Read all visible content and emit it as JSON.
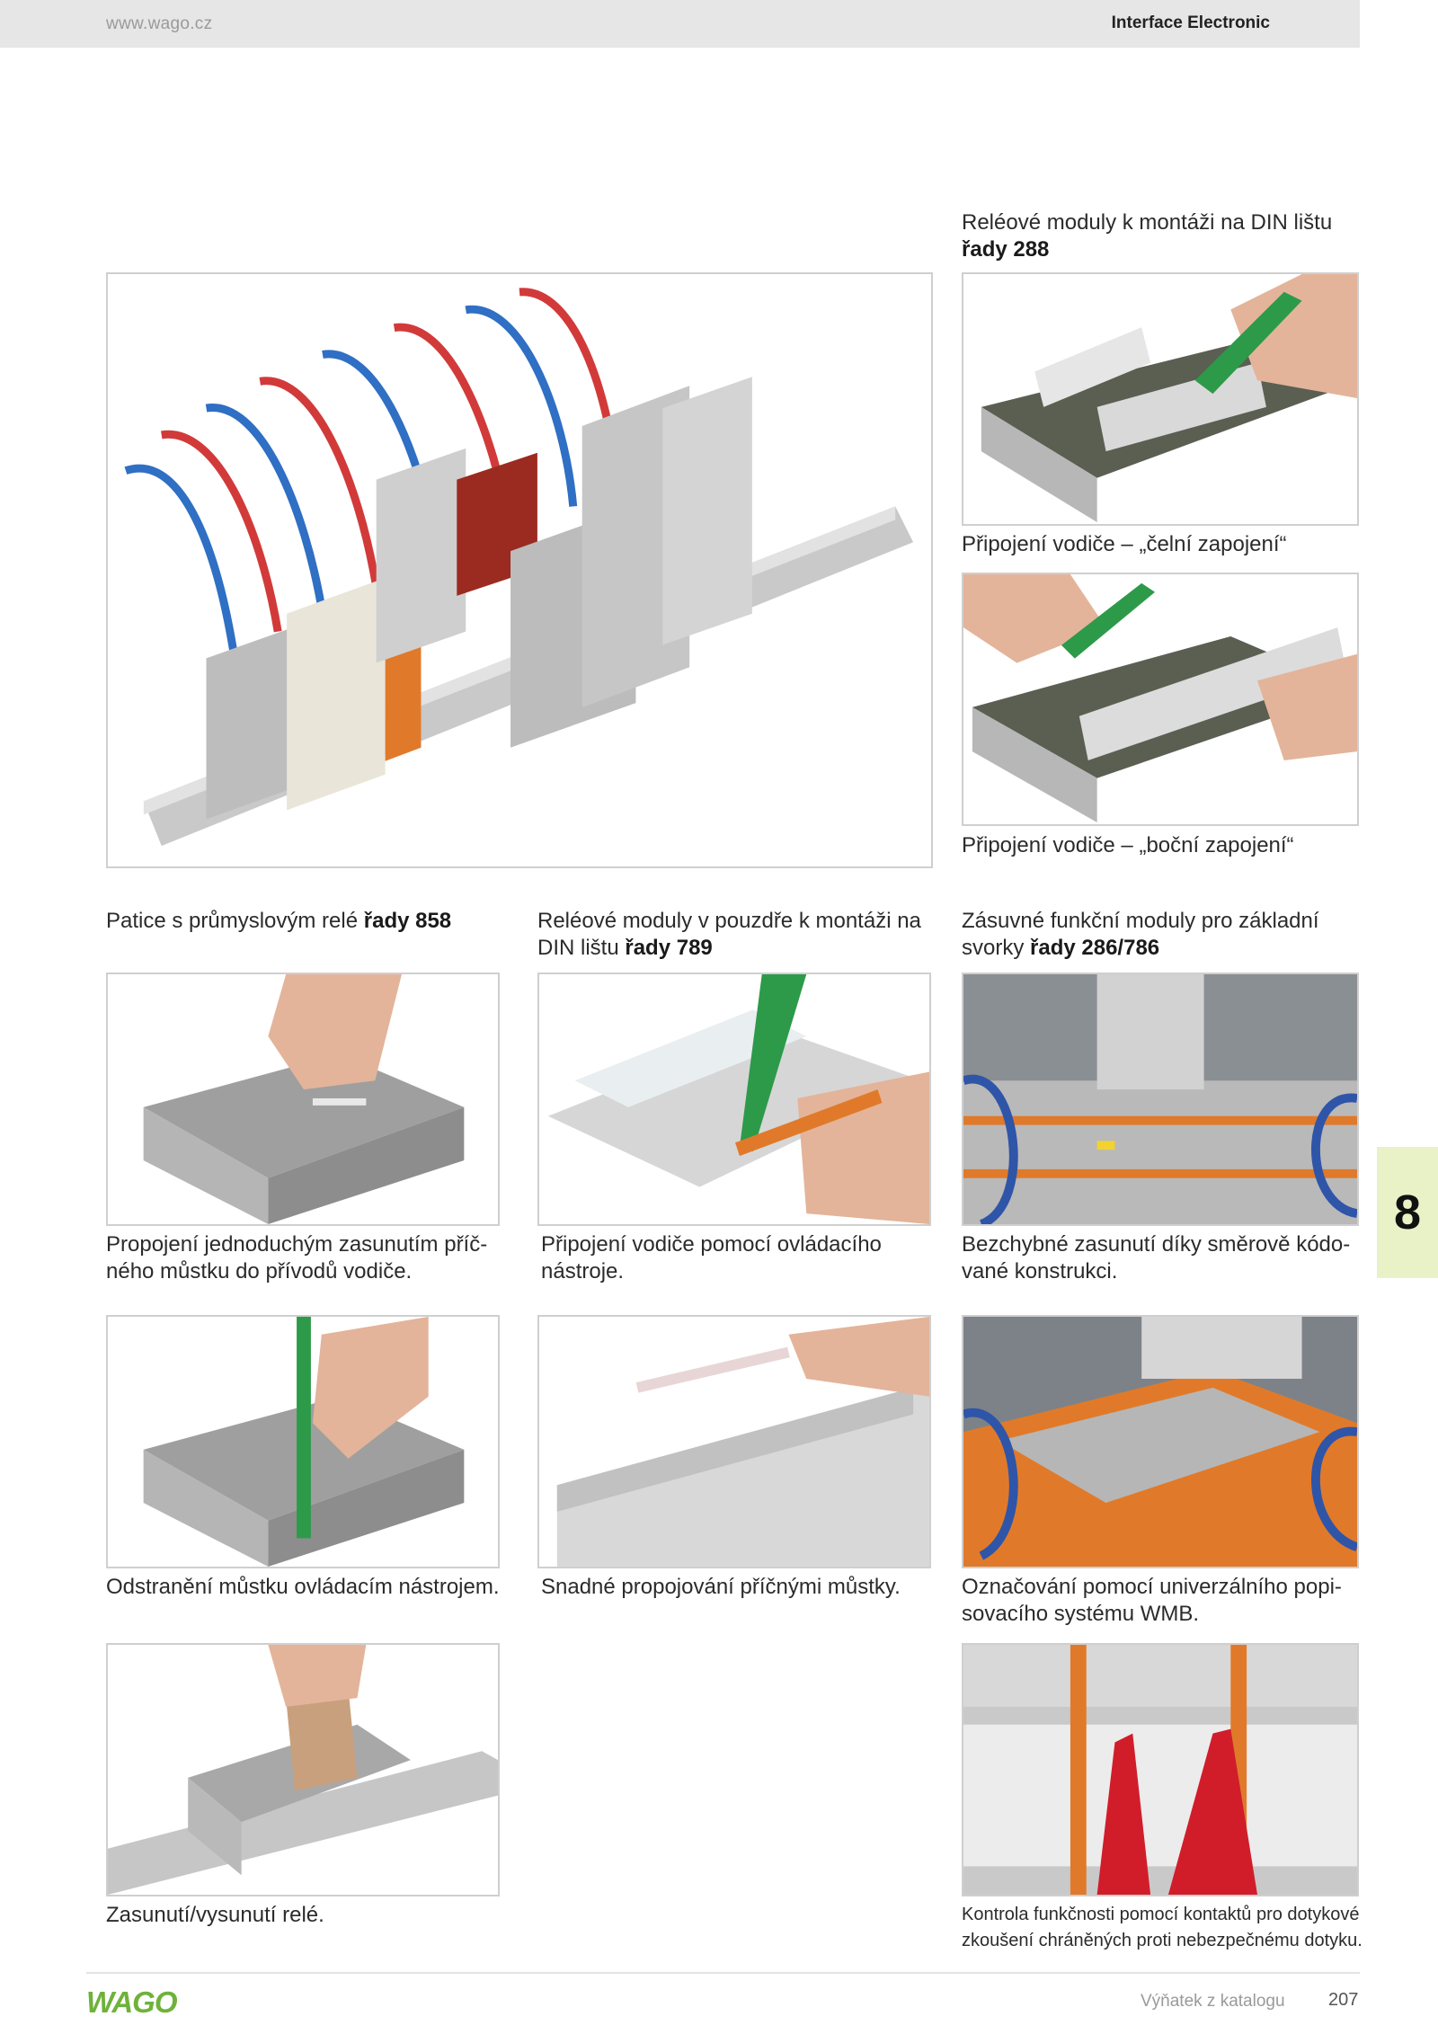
{
  "header": {
    "url": "www.wago.cz",
    "section": "Interface Electronic"
  },
  "captions": {
    "din_rail_title": "Reléové moduly k montáži na DIN lištu",
    "din_rail_series": "řady 288",
    "front_connection": "Připojení vodiče – „čelní zapojení“",
    "side_connection": "Připojení vodiče – „boční zapojení“",
    "relay_socket_title": "Patice s průmyslovým relé ",
    "relay_socket_series": "řady 858",
    "housing_title_line1": "Reléové moduly v pouzdře k montáži na",
    "housing_title_line2": "DIN lištu ",
    "housing_series": "řady 789",
    "plugin_title_line1": "Zásuvné funkční moduly pro základní",
    "plugin_title_line2": "svorky ",
    "plugin_series": "řady 286/786",
    "jumper_insert_line1": "Propojení jednoduchým zasunutím příč-",
    "jumper_insert_line2": "ného můstku do přívodů vodiče.",
    "tool_connection_line1": "Připojení vodiče pomocí ovládacího",
    "tool_connection_line2": "nástroje.",
    "coded_line1": "Bezchybné zasunutí díky směrově kódo-",
    "coded_line2": "vané konstrukci.",
    "jumper_removal": "Odstranění můstku ovládacím nástrojem.",
    "cross_jumpers": "Snadné propojování příčnými můstky.",
    "marking_line1": "Označování pomocí univerzálního popi-",
    "marking_line2": "sovacího systému WMB.",
    "relay_insert": "Zasunutí/vysunutí relé.",
    "test_line1": "Kontrola funkčnosti pomocí kontaktů pro dotykové",
    "test_line2": "zkoušení chráněných proti nebezpečnému dotyku."
  },
  "tab": {
    "chapter": "8"
  },
  "footer": {
    "note": "Výňatek z katalogu",
    "page": "207"
  },
  "colors": {
    "header_bg": "#e6e6e6",
    "tab_bg": "#e9f1c6",
    "wago_green": "#6fb23a",
    "photo_border": "#cfcfcf"
  }
}
